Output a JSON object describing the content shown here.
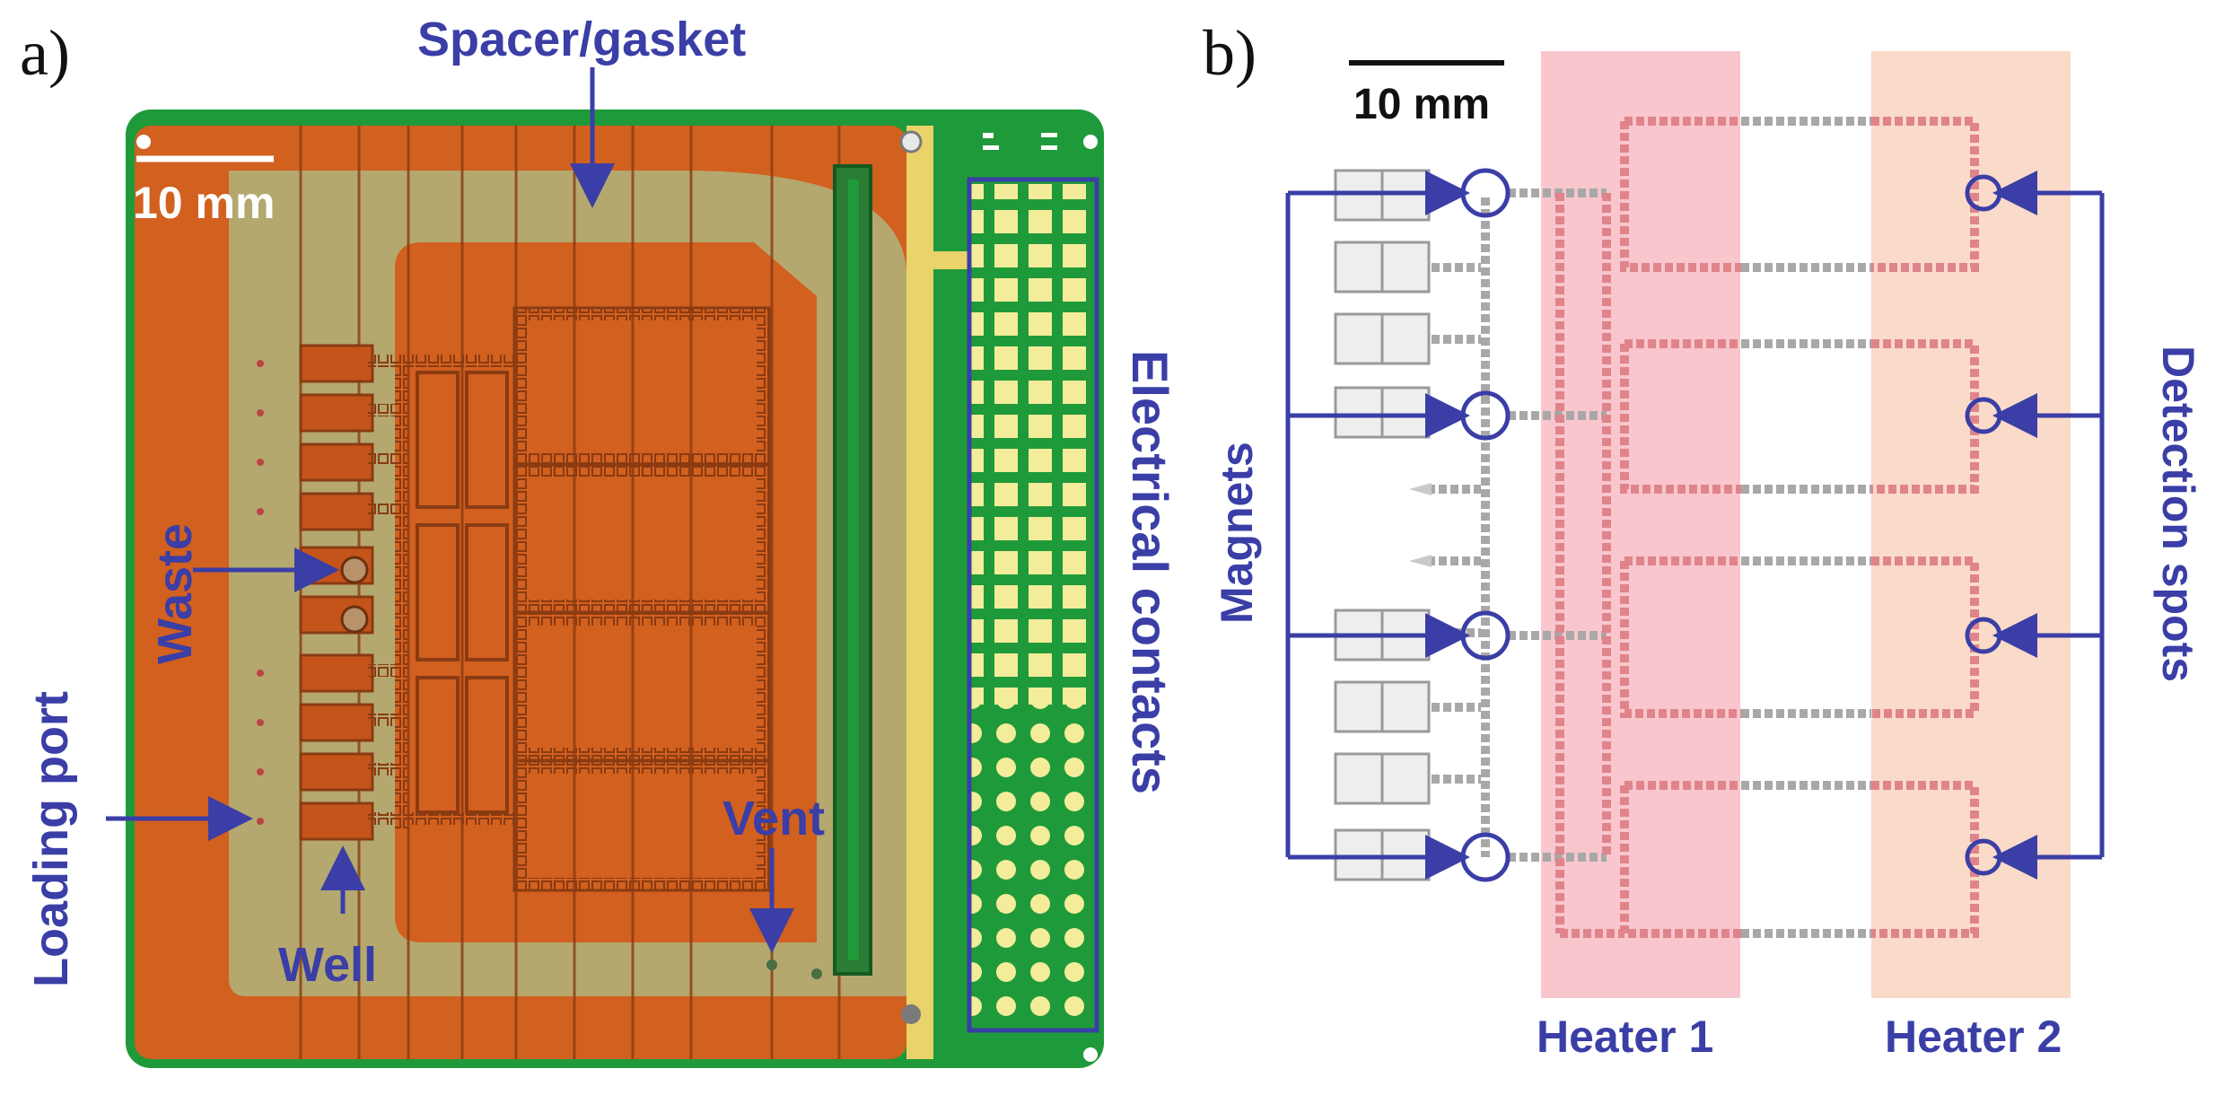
{
  "panel_a": {
    "label": "a)",
    "annotations": {
      "spacer": "Spacer/gasket",
      "scale": "10 mm",
      "waste": "Waste",
      "loading_port": "Loading port",
      "well": "Well",
      "vent": "Vent",
      "electrical": "Electrical contacts"
    }
  },
  "panel_b": {
    "label": "b)",
    "annotations": {
      "scale": "10 mm",
      "magnets": "Magnets",
      "detection": "Detection spots",
      "heater1": "Heater 1",
      "heater2": "Heater 2"
    }
  },
  "colors": {
    "annotation": "#3a3ea6",
    "pcb_green": "#1f9a3a",
    "copper": "#d2601f",
    "heater1": "#f6b3bb",
    "heater2": "#f9d3be",
    "channel_red": "#e0848c",
    "channel_grey": "#a8a8a8"
  }
}
